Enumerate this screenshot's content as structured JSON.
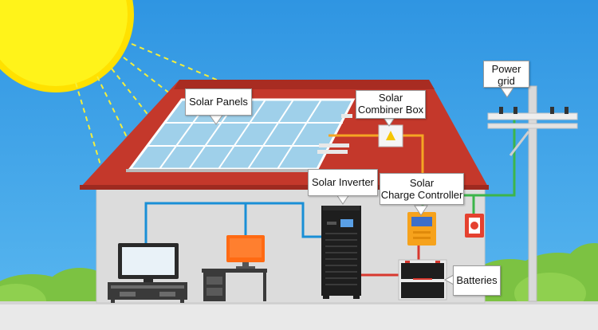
{
  "labels": {
    "solar_panels": "Solar Panels",
    "combiner_box_line1": "Solar",
    "combiner_box_line2": "Combiner Box",
    "solar_inverter": "Solar Inverter",
    "charge_controller_line1": "Solar",
    "charge_controller_line2": "Charge Controller",
    "batteries": "Batteries",
    "power_grid_line1": "Power",
    "power_grid_line2": "grid"
  },
  "colors": {
    "sky": "#3ea3ea",
    "sun": "#fff200",
    "sun_rays": "#f2ef3a",
    "roof": "#c8372a",
    "wall": "#dedede",
    "panel": "#bfe4f6",
    "wire_blue": "#1a8fd6",
    "wire_orange": "#f5a623",
    "wire_green": "#3cb54a",
    "wire_red": "#d8382e",
    "grass": "#7cc242",
    "ground": "#e8e8e8"
  }
}
